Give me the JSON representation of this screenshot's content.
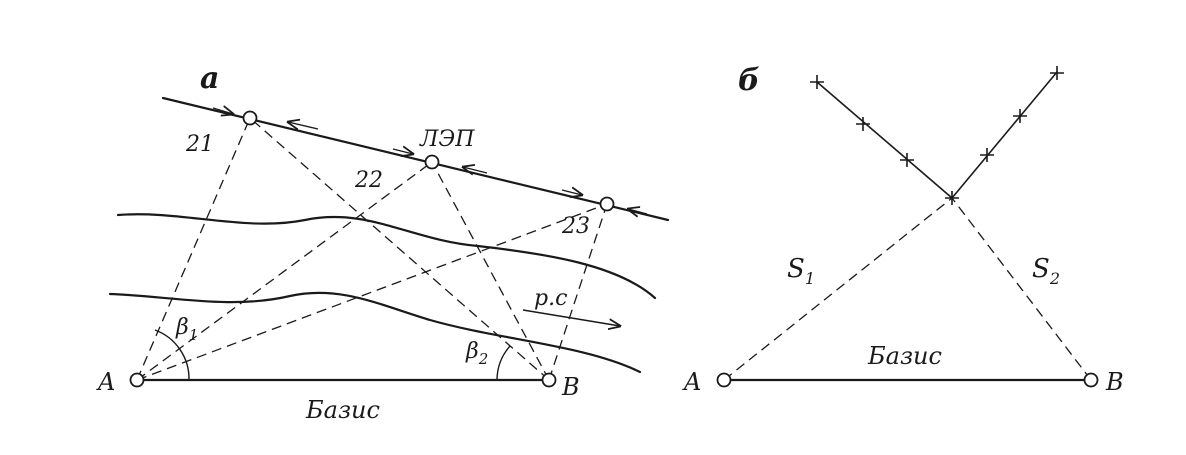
{
  "panel_a": {
    "letter": "а",
    "line_label": "ЛЭП",
    "points": [
      "21",
      "22",
      "23"
    ],
    "current_label": "р.с",
    "angle_1": {
      "base": "β",
      "sub": "1"
    },
    "angle_2": {
      "base": "β",
      "sub": "2"
    },
    "point_a": "A",
    "point_b": "B",
    "baseline_label": "Базис"
  },
  "panel_b": {
    "letter": "б",
    "s1": {
      "base": "S",
      "sub": "1"
    },
    "s2": {
      "base": "S",
      "sub": "2"
    },
    "point_a": "A",
    "point_b": "B",
    "baseline_label": "Базис"
  }
}
